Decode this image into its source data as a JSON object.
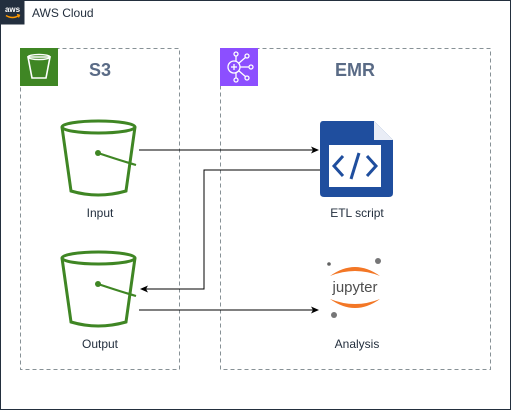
{
  "cloud": {
    "title": "AWS Cloud"
  },
  "groups": {
    "s3": {
      "title": "S3",
      "color": "#3f8624"
    },
    "emr": {
      "title": "EMR",
      "color": "#8c4fff"
    }
  },
  "nodes": {
    "input": {
      "label": "Input",
      "icon": "s3-bucket-icon"
    },
    "output": {
      "label": "Output",
      "icon": "s3-bucket-icon"
    },
    "etl": {
      "label": "ETL script",
      "icon": "code-file-icon"
    },
    "analysis": {
      "label": "Analysis",
      "icon": "jupyter-logo",
      "logo_text": "jupyter"
    }
  },
  "colors": {
    "bucket": "#3f8624",
    "script": "#1f4e9e",
    "jupyter_orange": "#f37726",
    "jupyter_gray": "#767677",
    "border": "#232f3e",
    "dashed": "#879196"
  }
}
